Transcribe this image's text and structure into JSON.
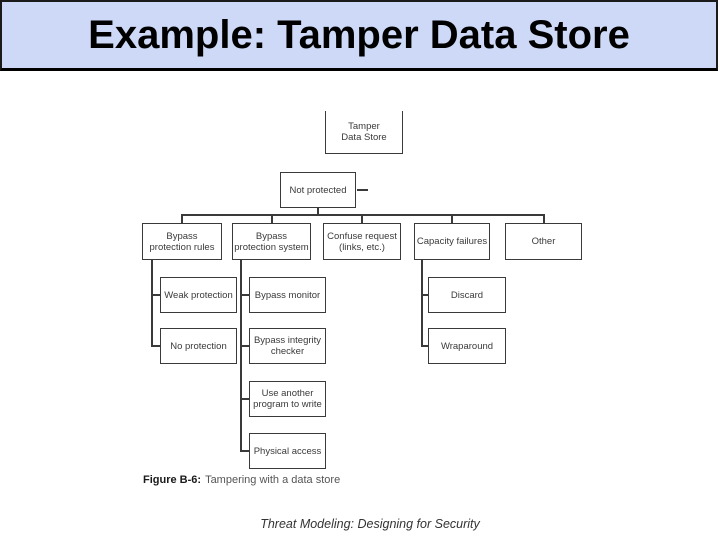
{
  "slide": {
    "title": "Example: Tamper Data Store",
    "footer": "Threat Modeling: Designing for Security"
  },
  "figure": {
    "caption_label": "Figure B-6:",
    "caption_text": "Tampering with a data store"
  },
  "tree": {
    "root": [
      "Tamper",
      "Data Store"
    ],
    "not_protected": [
      "Not protected"
    ],
    "bypass_rules": [
      "Bypass",
      "protection rules"
    ],
    "bypass_system": [
      "Bypass",
      "protection system"
    ],
    "confuse_request": [
      "Confuse request",
      "(links, etc.)"
    ],
    "capacity_failures": [
      "Capacity failures"
    ],
    "other": [
      "Other"
    ],
    "weak_protection": [
      "Weak protection"
    ],
    "no_protection": [
      "No protection"
    ],
    "bypass_monitor": [
      "Bypass monitor"
    ],
    "bypass_integrity": [
      "Bypass integrity",
      "checker"
    ],
    "use_another_program": [
      "Use another",
      "program to write"
    ],
    "physical_access": [
      "Physical access"
    ],
    "discard": [
      "Discard"
    ],
    "wraparound": [
      "Wraparound"
    ]
  },
  "colors": {
    "title_background": "#cdd9f6",
    "title_text": "#000000",
    "diagram_line": "#3a3a3a",
    "node_background": "#ffffff"
  }
}
